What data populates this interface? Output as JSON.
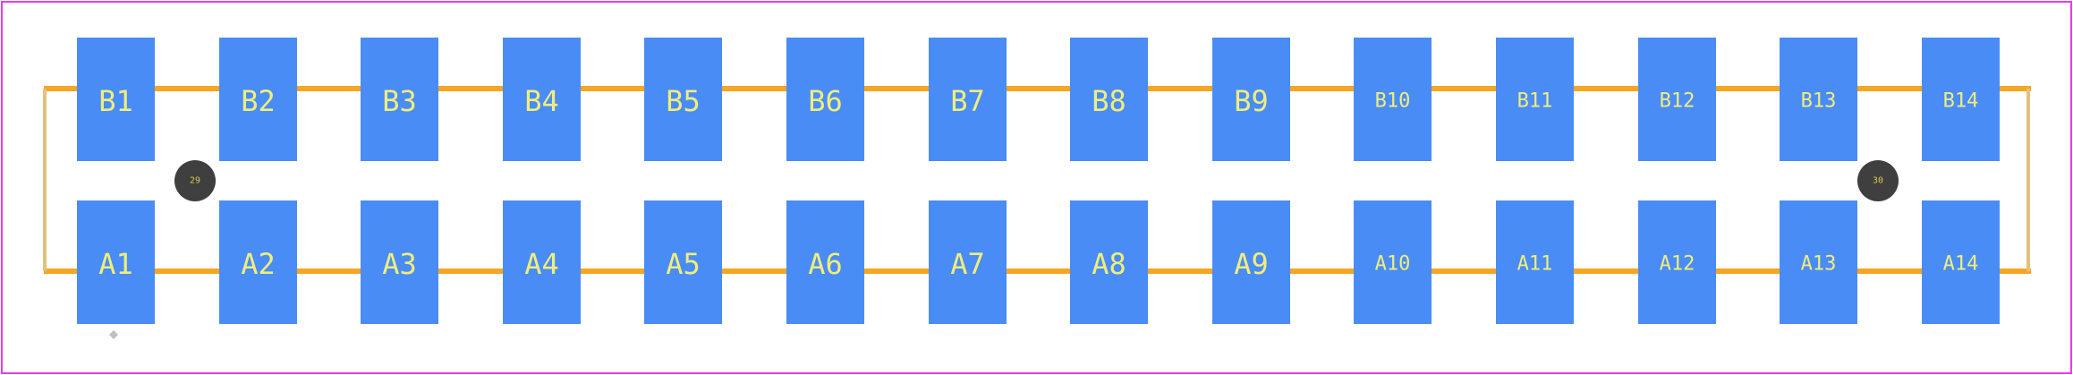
{
  "colors": {
    "background": "#ffffff",
    "board_outline": "#e83de8",
    "silkscreen": "#f5a623",
    "courtyard": "#e2c27a",
    "pad": "#4a8cf5",
    "pad_label": "#f0ee7a",
    "hole": "#3f3f3f",
    "hole_label": "#d9c94a",
    "marker": "#c0c0c0"
  },
  "pads": {
    "top_row": [
      "B1",
      "B2",
      "B3",
      "B4",
      "B5",
      "B6",
      "B7",
      "B8",
      "B9",
      "B10",
      "B11",
      "B12",
      "B13",
      "B14"
    ],
    "bottom_row": [
      "A1",
      "A2",
      "A3",
      "A4",
      "A5",
      "A6",
      "A7",
      "A8",
      "A9",
      "A10",
      "A11",
      "A12",
      "A13",
      "A14"
    ]
  },
  "mounting_holes": {
    "left": "29",
    "right": "30"
  }
}
